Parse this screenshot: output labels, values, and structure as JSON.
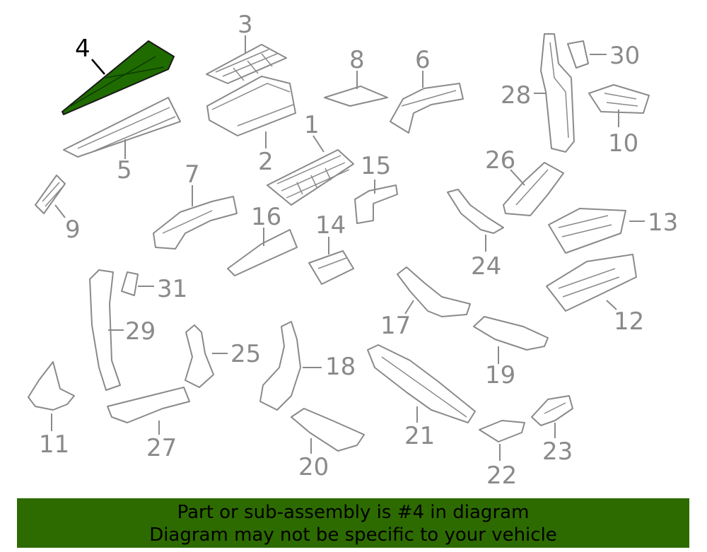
{
  "highlight": {
    "part_number": "4",
    "color": "#2d6b00"
  },
  "callouts": {
    "p1": "1",
    "p2": "2",
    "p3": "3",
    "p4": "4",
    "p5": "5",
    "p6": "6",
    "p7": "7",
    "p8": "8",
    "p9": "9",
    "p10": "10",
    "p11": "11",
    "p12": "12",
    "p13": "13",
    "p14": "14",
    "p15": "15",
    "p16": "16",
    "p17": "17",
    "p18": "18",
    "p19": "19",
    "p20": "20",
    "p21": "21",
    "p22": "22",
    "p23": "23",
    "p24": "24",
    "p25": "25",
    "p26": "26",
    "p27": "27",
    "p28": "28",
    "p29": "29",
    "p30": "30",
    "p31": "31"
  },
  "banner": {
    "line1": "Part or sub-assembly is #4 in diagram",
    "line2": "Diagram may not be specific to your vehicle"
  }
}
